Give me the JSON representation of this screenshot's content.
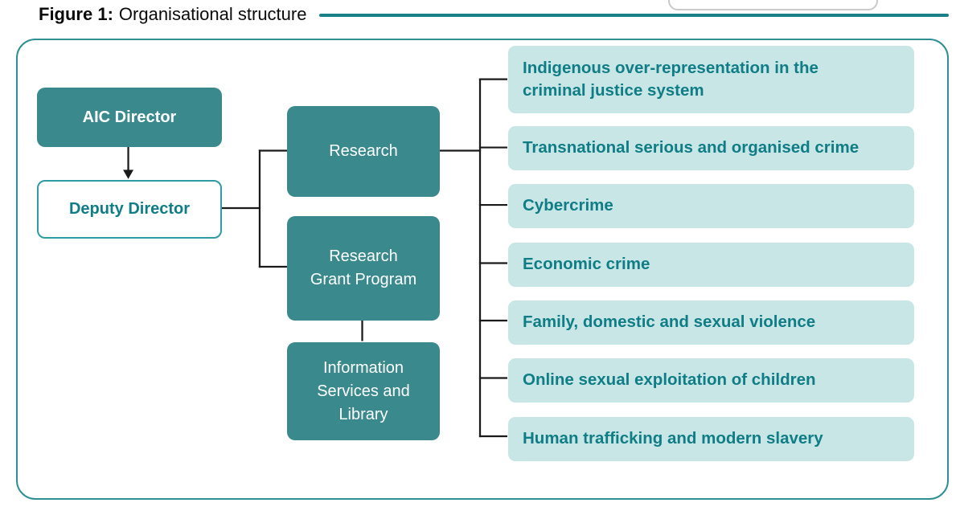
{
  "figure": {
    "label": "Figure 1:",
    "title": "Organisational structure"
  },
  "org": {
    "director": "AIC Director",
    "deputy": "Deputy Director",
    "research": "Research",
    "grant_program": "Research\nGrant Program",
    "info_services": "Information\nServices and\nLibrary"
  },
  "topics": [
    {
      "label": "Indigenous over-representation in the\ncriminal justice system"
    },
    {
      "label": "Transnational serious and organised crime"
    },
    {
      "label": "Cybercrime"
    },
    {
      "label": "Economic crime"
    },
    {
      "label": "Family, domestic and sexual violence"
    },
    {
      "label": "Online sexual exploitation of children"
    },
    {
      "label": "Human trafficking and modern slavery"
    }
  ],
  "colors": {
    "teal_dark": "#3A8A8D",
    "teal_light": "#C9E6E7",
    "teal_text": "#0F7D85",
    "teal_border": "#2E8F94",
    "rule": "#1B7F87",
    "line": "#1A1A1A"
  }
}
